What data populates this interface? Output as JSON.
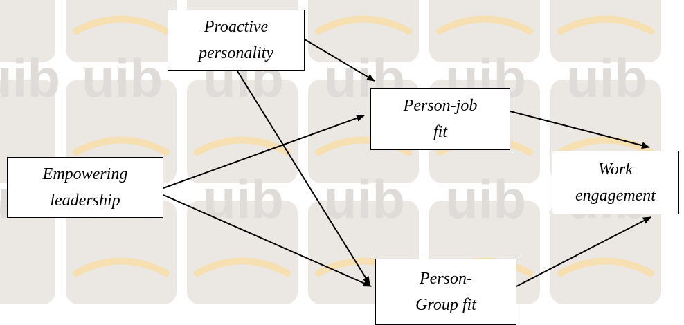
{
  "watermark": {
    "text": "uib",
    "colors": {
      "tile": "#e6e2de",
      "arc": "#f5deb3",
      "letters": "#dedbd8"
    }
  },
  "nodes": {
    "proactive_personality": {
      "line1": "Proactive",
      "line2": "personality"
    },
    "person_job_fit": {
      "line1": "Person-job",
      "line2": "fit"
    },
    "empowering_leadership": {
      "line1": "Empowering",
      "line2": "leadership"
    },
    "work_engagement": {
      "line1": "Work",
      "line2": "engagement"
    },
    "person_group_fit": {
      "line1": "Person-",
      "line2": "Group fit"
    }
  },
  "edges": [
    {
      "from": "proactive_personality",
      "to": "person_job_fit"
    },
    {
      "from": "proactive_personality",
      "to": "person_group_fit"
    },
    {
      "from": "empowering_leadership",
      "to": "person_job_fit"
    },
    {
      "from": "empowering_leadership",
      "to": "person_group_fit"
    },
    {
      "from": "person_job_fit",
      "to": "work_engagement"
    },
    {
      "from": "person_group_fit",
      "to": "work_engagement"
    }
  ],
  "colors": {
    "line": "#000000",
    "box_border": "#000000",
    "background": "#ffffff"
  }
}
